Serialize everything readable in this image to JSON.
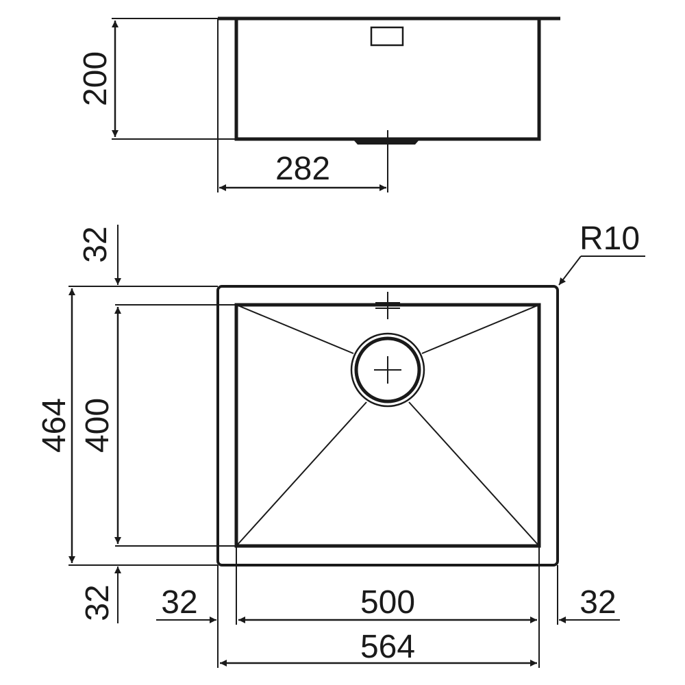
{
  "dimensions": {
    "side_height": "200",
    "drain_offset": "282",
    "top_rim": "32",
    "corner_radius": "R10",
    "outer_depth": "464",
    "inner_depth": "400",
    "bottom_rim": "32",
    "left_rim": "32",
    "inner_width": "500",
    "right_rim": "32",
    "outer_width": "564"
  },
  "colors": {
    "line": "#1a1a1a",
    "background": "#ffffff"
  }
}
